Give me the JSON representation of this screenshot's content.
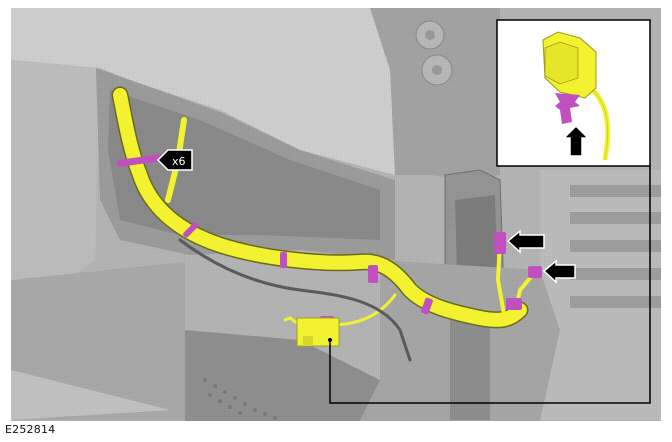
{
  "figure": {
    "id_label": "E252814",
    "type": "service-manual-illustration",
    "description": "Front bumper area with yellow wiring harness routing, purple clips and cable ties"
  },
  "callouts": {
    "cable_tie_count_label": "x6",
    "arrows": [
      {
        "id": "cable-ties-arrow",
        "direction": "left",
        "label": "x6"
      },
      {
        "id": "clip-arrow-1",
        "direction": "left",
        "label": ""
      },
      {
        "id": "clip-arrow-2",
        "direction": "left",
        "label": ""
      },
      {
        "id": "detail-clip-arrow",
        "direction": "up",
        "label": ""
      }
    ]
  },
  "detail_inset": {
    "title": "connector-clip-detail",
    "description": "Connector with clip, arrow indicating release direction"
  },
  "colors": {
    "harness": "#f2f230",
    "clip": "#c050c0",
    "body_light": "#c8c8c8",
    "body_mid": "#a8a8a8",
    "body_dark": "#808080",
    "arrow": "#000000",
    "background": "#ffffff"
  }
}
